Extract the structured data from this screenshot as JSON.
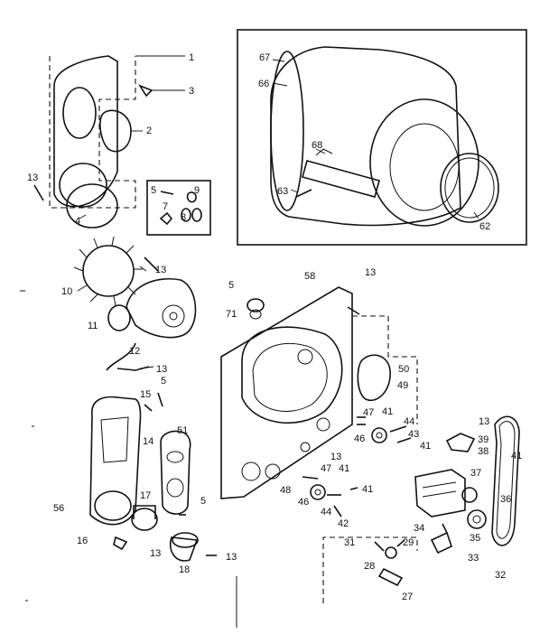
{
  "diagram": {
    "labels": {
      "l1": "1",
      "l2": "2",
      "l3": "3",
      "l4": "4",
      "l5a": "5",
      "l5b": "5",
      "l5c": "5",
      "l5d": "5",
      "l7": "7",
      "l8": "8",
      "l9": "9",
      "l10": "10",
      "l11": "11",
      "l12": "12",
      "l13a": "13",
      "l13b": "13",
      "l13c": "13",
      "l13d": "13",
      "l13e": "13",
      "l13f": "13",
      "l13g": "13",
      "l13h": "13",
      "l14": "14",
      "l15": "15",
      "l16": "16",
      "l17": "17",
      "l18": "18",
      "l27": "27",
      "l28": "28",
      "l29": "29",
      "l31": "31",
      "l32": "32",
      "l33": "33",
      "l34": "34",
      "l35": "35",
      "l36": "36",
      "l37": "37",
      "l38": "38",
      "l39": "39",
      "l41a": "41",
      "l41b": "41",
      "l41c": "41",
      "l41d": "41",
      "l41e": "41",
      "l42": "42",
      "l43": "43",
      "l44a": "44",
      "l44b": "44",
      "l46a": "46",
      "l46b": "46",
      "l47a": "47",
      "l47b": "47",
      "l48": "48",
      "l49": "49",
      "l50": "50",
      "l51": "51",
      "l56": "56",
      "l58": "58",
      "l62": "62",
      "l63": "63",
      "l66": "66",
      "l67": "67",
      "l68": "68",
      "l71": "71"
    }
  }
}
